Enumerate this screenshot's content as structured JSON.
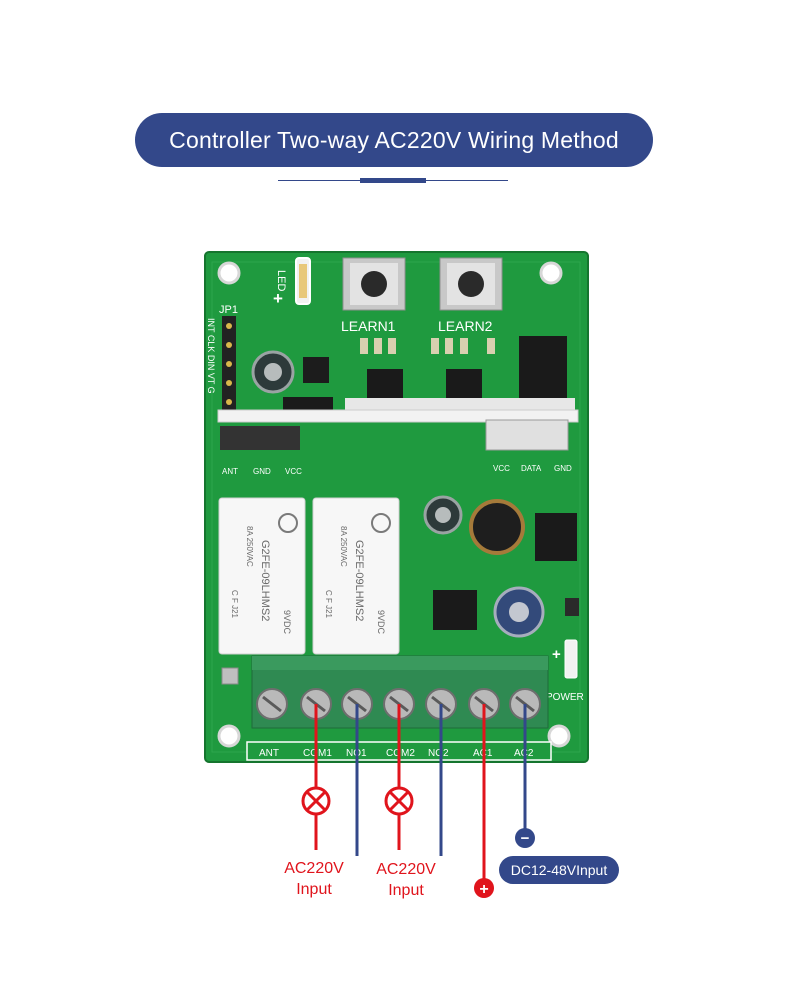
{
  "title": "Controller Two-way AC220V Wiring Method",
  "board": {
    "led_label": "LED",
    "jp1_label": "JP1",
    "jp_pins": "INT CLK DIN VT G",
    "learn1": "LEARN1",
    "learn2": "LEARN2",
    "ant_label": "ANT",
    "gnd_label": "GND",
    "vcc_label": "VCC",
    "vcc2_label": "VCC",
    "data_label": "DATA",
    "gnd2_label": "GND",
    "power_label": "POWER",
    "plus_led": "+",
    "plus_power": "+",
    "relay_model": "G2FE-09LHMS2",
    "relay_rating": "8A 250VAC",
    "relay_voltage": "9VDC",
    "relay_code1": "C    F J21",
    "relay_code2": "C    F J21",
    "terminal_labels": [
      "ANT",
      "COM1",
      "NO1",
      "COM2",
      "NO2",
      "AC1",
      "AC2"
    ]
  },
  "labels": {
    "input1": [
      "AC220V",
      "Input"
    ],
    "input2": [
      "AC220V",
      "Input"
    ],
    "dc": "DC12-48VInput",
    "plus": "+",
    "minus": "−"
  },
  "colors": {
    "accent": "#33488a",
    "live_wire": "#e0141c",
    "neutral_wire": "#33488a",
    "pcb": "#1f9a3f",
    "terminal": "#2f8a52"
  }
}
